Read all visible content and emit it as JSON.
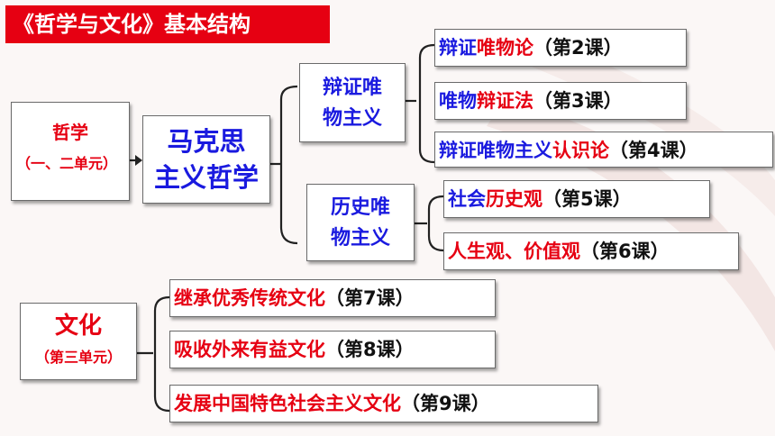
{
  "title": "《哲学与文化》基本结构",
  "philosophy": {
    "label": "哲学",
    "unit": "（一、二单元）"
  },
  "marxism": {
    "line1": "马克思",
    "line2": "主义哲学"
  },
  "dialectical": {
    "line1": "辩证唯",
    "line2": "物主义",
    "lessons": [
      {
        "parts": [
          {
            "text": "辩证",
            "color": "blue"
          },
          {
            "text": "唯物论",
            "color": "red"
          },
          {
            "text": "（第2课）",
            "color": "black"
          }
        ]
      },
      {
        "parts": [
          {
            "text": "唯物",
            "color": "blue"
          },
          {
            "text": "辩证法",
            "color": "red"
          },
          {
            "text": "（第3课）",
            "color": "black"
          }
        ]
      },
      {
        "parts": [
          {
            "text": "辩证唯物主义",
            "color": "blue"
          },
          {
            "text": "认识论",
            "color": "red"
          },
          {
            "text": "（第4课）",
            "color": "black"
          }
        ]
      }
    ]
  },
  "historical": {
    "line1": "历史唯",
    "line2": "物主义",
    "lessons": [
      {
        "parts": [
          {
            "text": "社会",
            "color": "blue"
          },
          {
            "text": "历史观",
            "color": "red"
          },
          {
            "text": "（第5课）",
            "color": "black"
          }
        ]
      },
      {
        "parts": [
          {
            "text": "人生观、价值观",
            "color": "red"
          },
          {
            "text": "（第6课）",
            "color": "black"
          }
        ]
      }
    ]
  },
  "culture": {
    "label": "文化",
    "unit": "（第三单元）",
    "lessons": [
      {
        "parts": [
          {
            "text": "继承优秀传统文化",
            "color": "red"
          },
          {
            "text": "（第7课）",
            "color": "black"
          }
        ]
      },
      {
        "parts": [
          {
            "text": "吸收外来有益文化",
            "color": "red"
          },
          {
            "text": "（第8课）",
            "color": "black"
          }
        ]
      },
      {
        "parts": [
          {
            "text": "发展中国特色社会主义文化",
            "color": "red"
          },
          {
            "text": "（第9课）",
            "color": "black"
          }
        ]
      }
    ]
  },
  "colors": {
    "title_bg": "#e60012",
    "red": "#e60012",
    "blue": "#1a1adf",
    "black": "#111111"
  }
}
